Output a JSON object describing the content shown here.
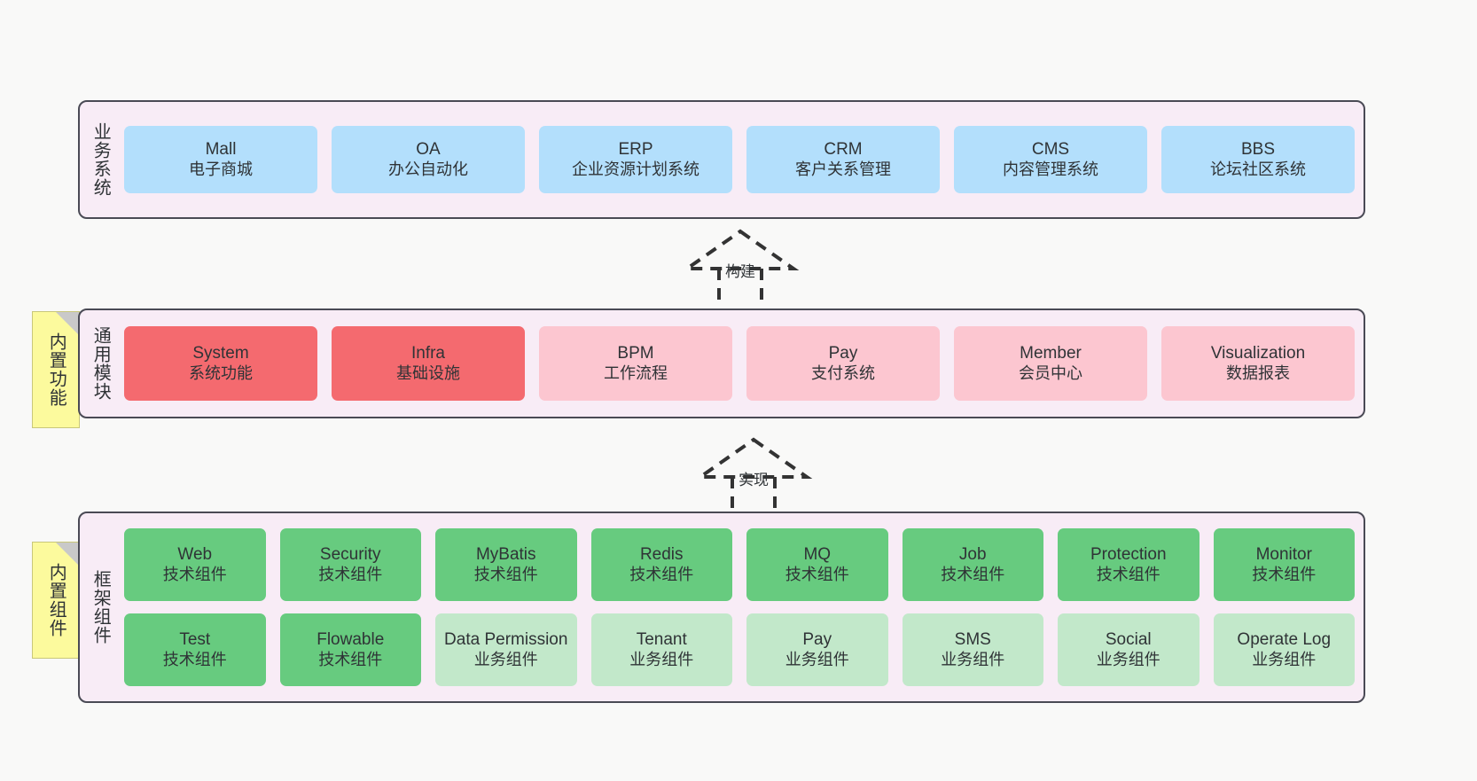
{
  "diagram": {
    "layers": [
      {
        "id": "business",
        "title": "业务系统",
        "rows": [
          [
            {
              "en": "Mall",
              "cn": "电子商城",
              "color": "#b3dffc"
            },
            {
              "en": "OA",
              "cn": "办公自动化",
              "color": "#b3dffc"
            },
            {
              "en": "ERP",
              "cn": "企业资源计划系统",
              "color": "#b3dffc"
            },
            {
              "en": "CRM",
              "cn": "客户关系管理",
              "color": "#b3dffc"
            },
            {
              "en": "CMS",
              "cn": "内容管理系统",
              "color": "#b3dffc"
            },
            {
              "en": "BBS",
              "cn": "论坛社区系统",
              "color": "#b3dffc"
            }
          ]
        ]
      },
      {
        "id": "module",
        "title": "通用模块",
        "rows": [
          [
            {
              "en": "System",
              "cn": "系统功能",
              "color": "#f46a6f"
            },
            {
              "en": "Infra",
              "cn": "基础设施",
              "color": "#f46a6f"
            },
            {
              "en": "BPM",
              "cn": "工作流程",
              "color": "#fcc6d0"
            },
            {
              "en": "Pay",
              "cn": "支付系统",
              "color": "#fcc6d0"
            },
            {
              "en": "Member",
              "cn": "会员中心",
              "color": "#fcc6d0"
            },
            {
              "en": "Visualization",
              "cn": "数据报表",
              "color": "#fcc6d0"
            }
          ]
        ]
      },
      {
        "id": "framework",
        "title": "框架组件",
        "rows": [
          [
            {
              "en": "Web",
              "cn": "技术组件",
              "color": "#67cb7f"
            },
            {
              "en": "Security",
              "cn": "技术组件",
              "color": "#67cb7f"
            },
            {
              "en": "MyBatis",
              "cn": "技术组件",
              "color": "#67cb7f"
            },
            {
              "en": "Redis",
              "cn": "技术组件",
              "color": "#67cb7f"
            },
            {
              "en": "MQ",
              "cn": "技术组件",
              "color": "#67cb7f"
            },
            {
              "en": "Job",
              "cn": "技术组件",
              "color": "#67cb7f"
            },
            {
              "en": "Protection",
              "cn": "技术组件",
              "color": "#67cb7f"
            },
            {
              "en": "Monitor",
              "cn": "技术组件",
              "color": "#67cb7f"
            }
          ],
          [
            {
              "en": "Test",
              "cn": "技术组件",
              "color": "#67cb7f"
            },
            {
              "en": "Flowable",
              "cn": "技术组件",
              "color": "#67cb7f"
            },
            {
              "en": "Data Permission",
              "cn": "业务组件",
              "color": "#c2e8ca"
            },
            {
              "en": "Tenant",
              "cn": "业务组件",
              "color": "#c2e8ca"
            },
            {
              "en": "Pay",
              "cn": "业务组件",
              "color": "#c2e8ca"
            },
            {
              "en": "SMS",
              "cn": "业务组件",
              "color": "#c2e8ca"
            },
            {
              "en": "Social",
              "cn": "业务组件",
              "color": "#c2e8ca"
            },
            {
              "en": "Operate Log",
              "cn": "业务组件",
              "color": "#c2e8ca"
            }
          ]
        ]
      }
    ],
    "notes": [
      {
        "id": "functions",
        "label": "内置功能"
      },
      {
        "id": "components",
        "label": "内置组件"
      }
    ],
    "connectors": [
      {
        "id": "build",
        "label": "构建"
      },
      {
        "id": "implement",
        "label": "实现"
      }
    ],
    "colors": {
      "panel_background": "#f8ecf6",
      "panel_border": "#4a4a55",
      "page_background": "#f9f9f8",
      "note_background": "#fcfa9d",
      "business_box": "#b3dffc",
      "module_core_box": "#f46a6f",
      "module_optional_box": "#fcc6d0",
      "tech_component_box": "#67cb7f",
      "business_component_box": "#c2e8ca",
      "connector_stroke": "#333333"
    }
  }
}
